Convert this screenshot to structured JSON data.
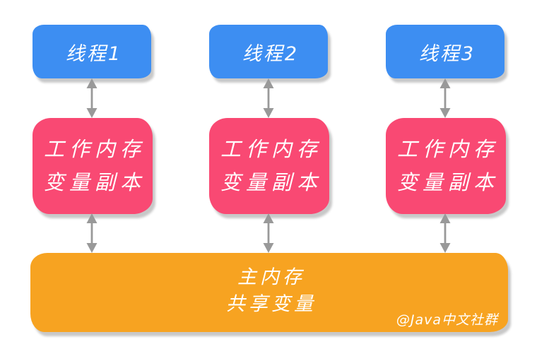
{
  "diagram": {
    "type": "java-memory-model",
    "columns": [
      {
        "thread_label": "线程1",
        "working_memory_line1": "工作内存",
        "working_memory_line2": "变量副本"
      },
      {
        "thread_label": "线程2",
        "working_memory_line1": "工作内存",
        "working_memory_line2": "变量副本"
      },
      {
        "thread_label": "线程3",
        "working_memory_line1": "工作内存",
        "working_memory_line2": "变量副本"
      }
    ],
    "main_memory": {
      "line1": "主内存",
      "line2": "共享变量"
    },
    "watermark": "@Java中文社群",
    "icons": {
      "connector": "double-headed-vertical-arrow"
    },
    "colors": {
      "thread_box": "#3D8EF2",
      "working_memory_box": "#F94973",
      "main_memory_box": "#F7A321",
      "arrow": "#999999",
      "text": "#FFFFFF",
      "shadow": "#C8C8C8",
      "background": "#FFFFFF"
    }
  }
}
